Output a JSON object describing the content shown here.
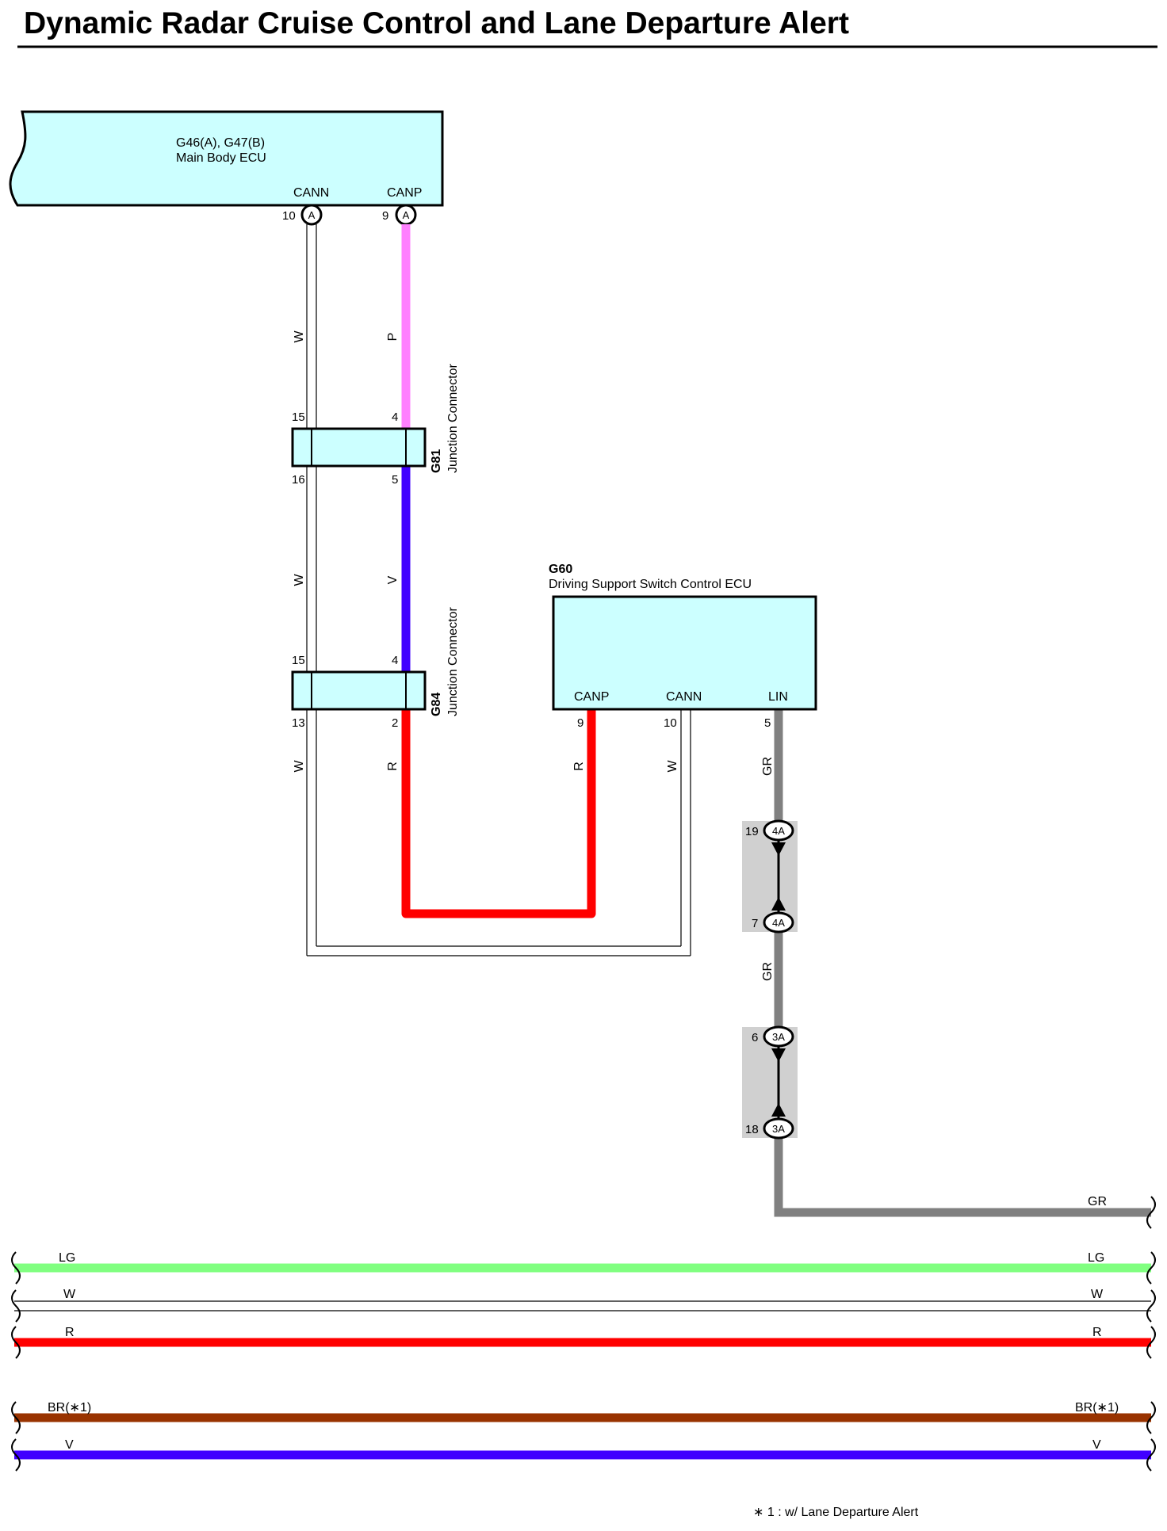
{
  "title": "Dynamic Radar Cruise Control and Lane Departure Alert",
  "colors": {
    "ecu_fill": "#ccffff",
    "pink": "#ff80ff",
    "violet": "#4000ff",
    "red": "#ff0000",
    "gray": "#808080",
    "light_green": "#80ff80",
    "brown": "#993300",
    "connector_box": "#d0d0d0"
  },
  "main_body_ecu": {
    "code": "G46(A), G47(B)",
    "name": "Main Body ECU",
    "cann_label": "CANN",
    "canp_label": "CANP",
    "cann_pin": "10",
    "canp_pin": "9",
    "cann_conn": "A",
    "canp_conn": "A"
  },
  "g81": {
    "code": "G81",
    "name": "Junction Connector",
    "pin_tl": "15",
    "pin_tr": "4",
    "pin_bl": "16",
    "pin_br": "5"
  },
  "g84": {
    "code": "G84",
    "name": "Junction Connector",
    "pin_tl": "15",
    "pin_tr": "4",
    "pin_bl": "13",
    "pin_br": "2"
  },
  "g60": {
    "code": "G60",
    "name": "Driving Support Switch Control ECU",
    "canp_label": "CANP",
    "cann_label": "CANN",
    "lin_label": "LIN",
    "canp_pin": "9",
    "cann_pin": "10",
    "lin_pin": "5"
  },
  "wire_labels": {
    "w1": "W",
    "p1": "P",
    "w2": "W",
    "v1": "V",
    "w3": "W",
    "r1": "R",
    "r2": "R",
    "w4": "W",
    "gr1": "GR",
    "gr2": "GR",
    "gr3": "GR"
  },
  "inline_connectors": {
    "c4a_top_pin": "19",
    "c4a_top_id": "4A",
    "c4a_bot_pin": "7",
    "c4a_bot_id": "4A",
    "c3a_top_pin": "6",
    "c3a_top_id": "3A",
    "c3a_bot_pin": "18",
    "c3a_bot_id": "3A"
  },
  "bus_lines": [
    {
      "left": "LG",
      "right": "LG"
    },
    {
      "left": "W",
      "right": "W"
    },
    {
      "left": "R",
      "right": "R"
    },
    {
      "left": "BR(∗1)",
      "right": "BR(∗1)"
    },
    {
      "left": "V",
      "right": "V"
    }
  ],
  "footnote": "∗ 1 : w/ Lane Departure Alert"
}
